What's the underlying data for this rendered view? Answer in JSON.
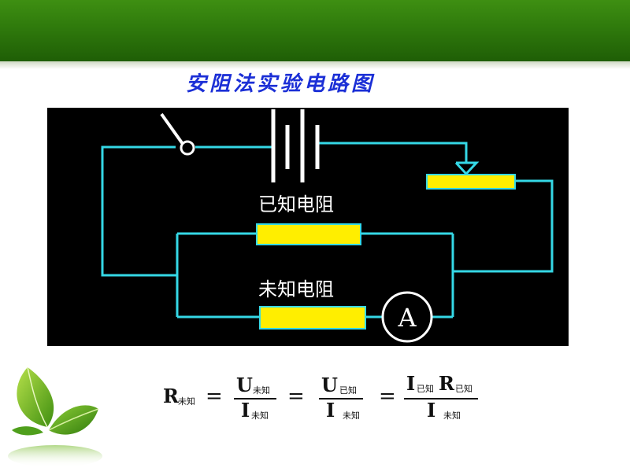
{
  "slide": {
    "title": "安阻法实验电路图"
  },
  "circuit": {
    "known_resistor_label": "已知电阻",
    "unknown_resistor_label": "未知电阻",
    "ammeter_symbol": "A"
  },
  "formula": {
    "R": "R",
    "U": "U",
    "I": "I",
    "equals": "=",
    "sub_unknown": "未知",
    "sub_known": "已知"
  },
  "colors": {
    "banner": "#2f7a0c",
    "title": "#1b2fd6",
    "wire": "#35d8e6",
    "resistor": "#ffee00",
    "panel": "#000000"
  }
}
